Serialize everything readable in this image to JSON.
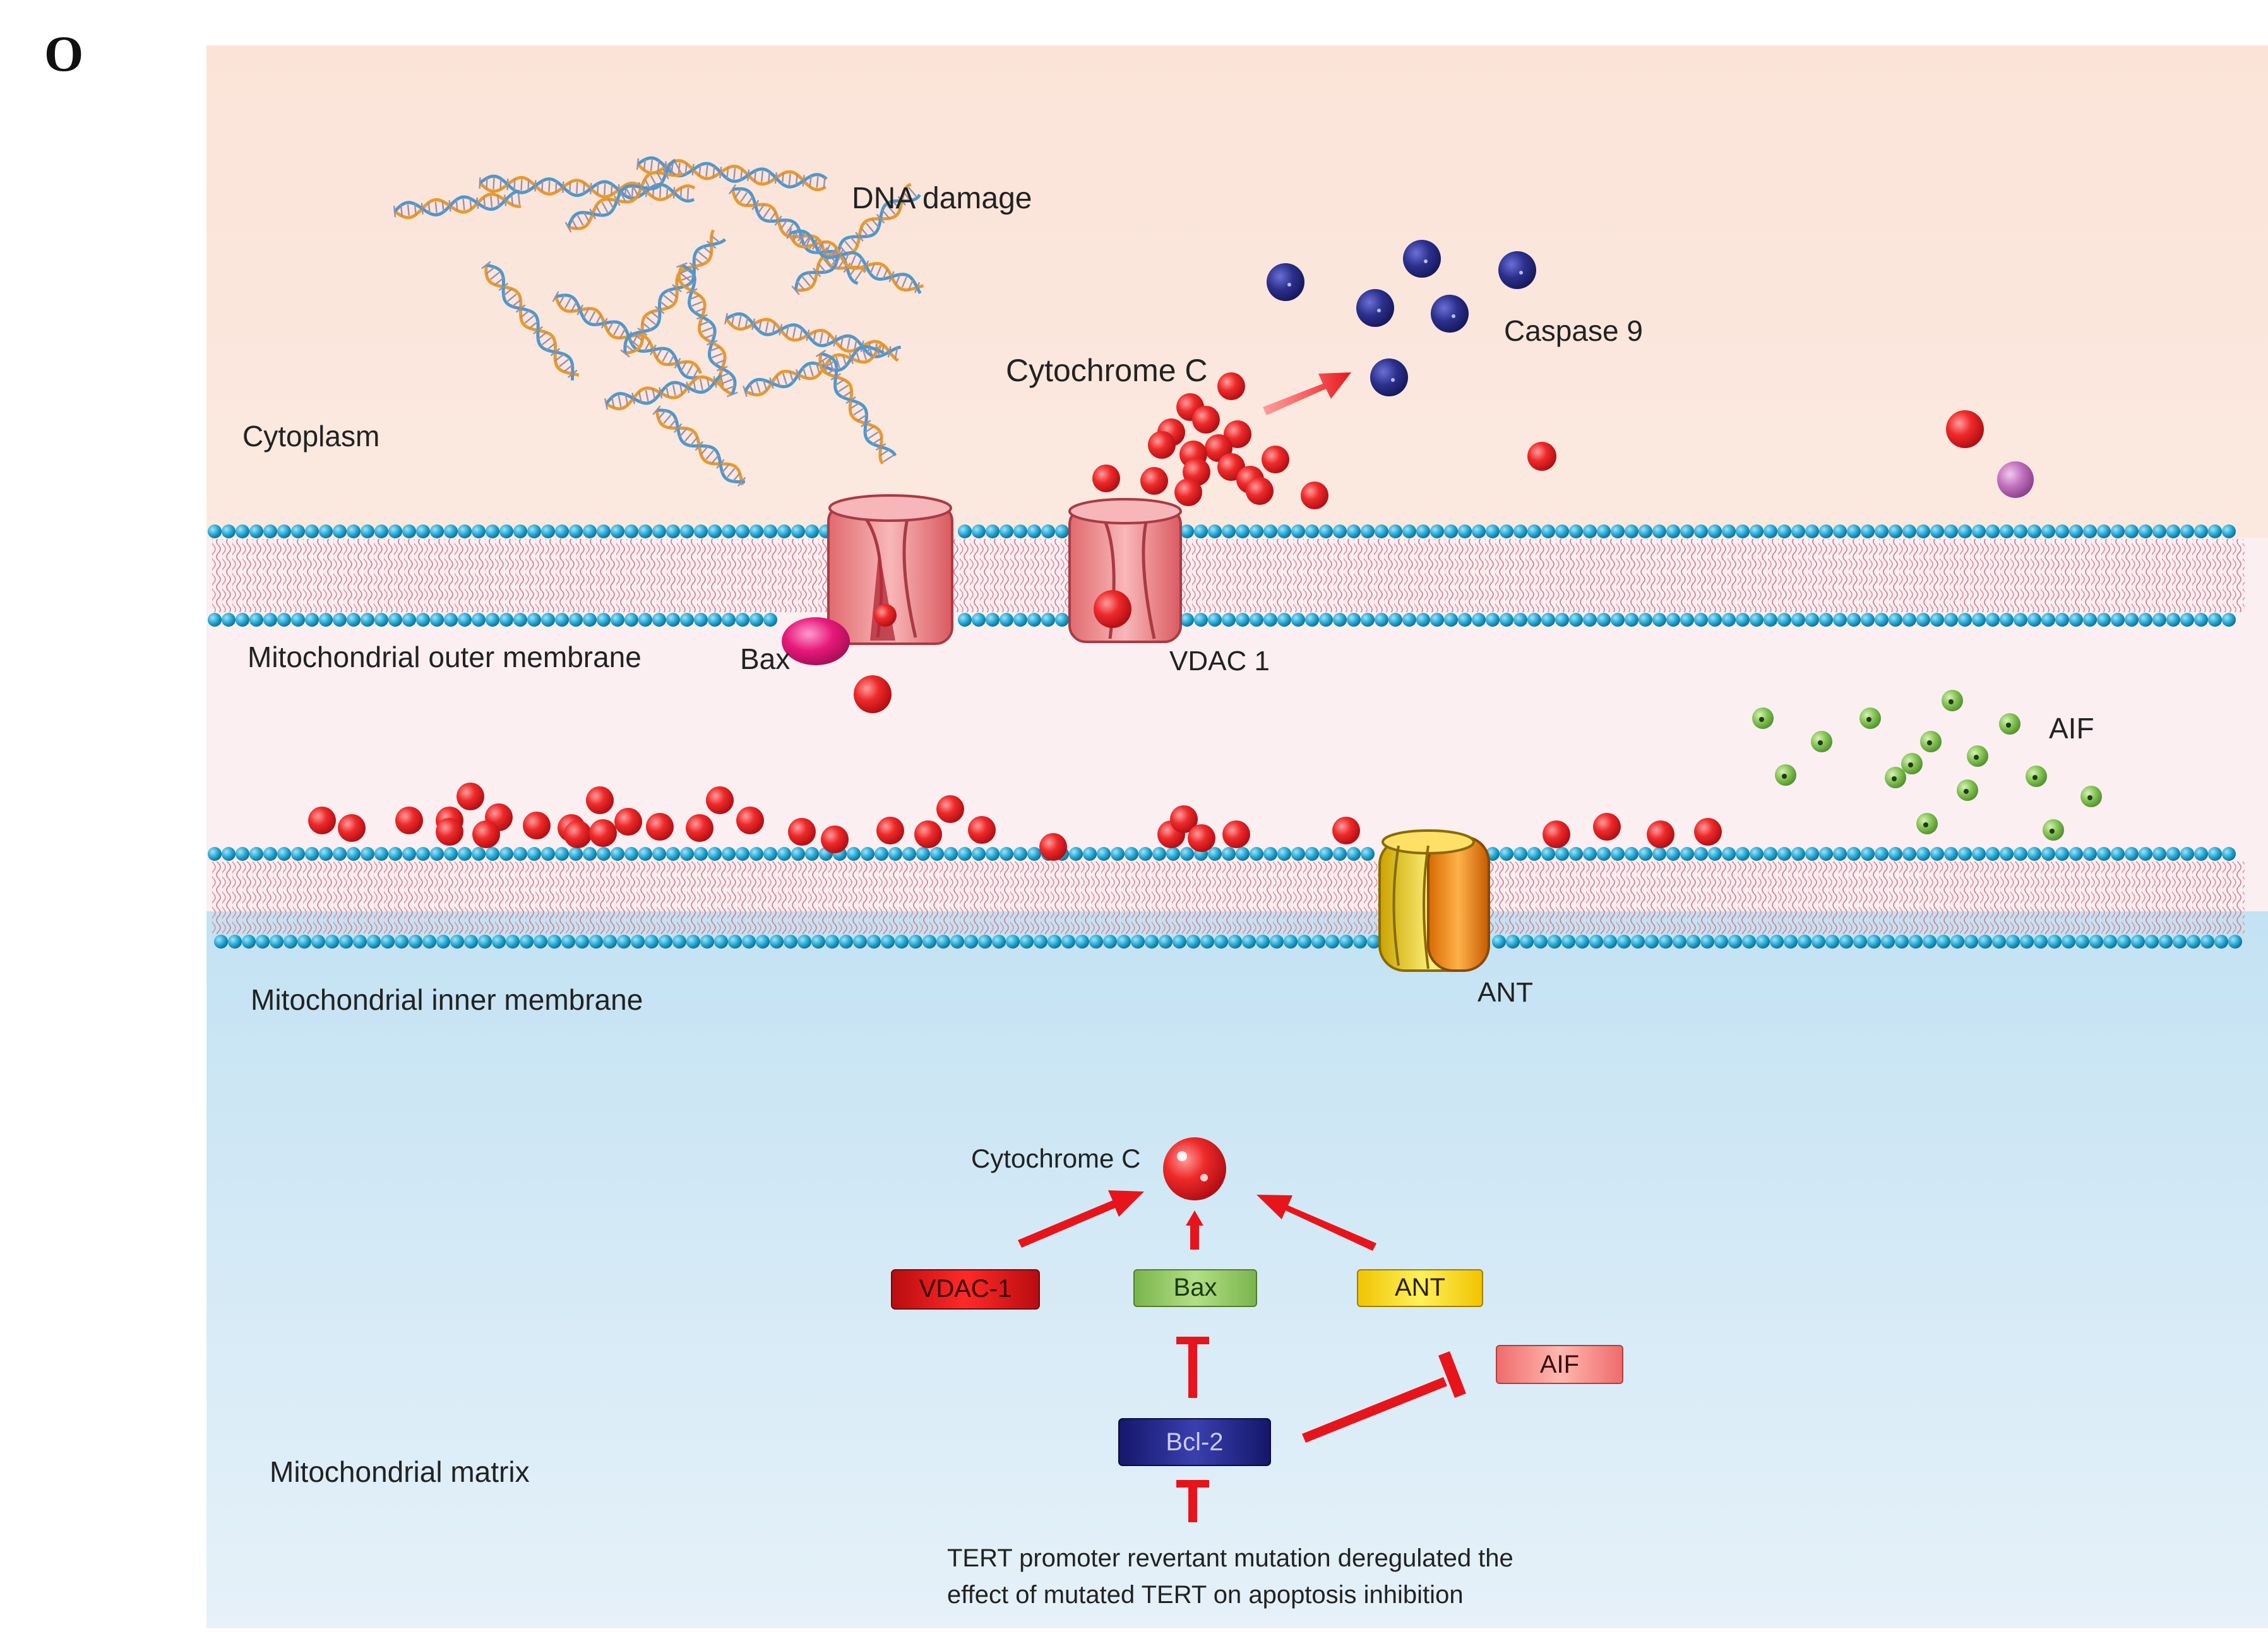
{
  "panel_label": "O",
  "labels": {
    "cytoplasm": "Cytoplasm",
    "dna_damage": "DNA damage",
    "caspase9": "Caspase 9",
    "cytochrome_c_top": "Cytochrome C",
    "outer_membrane": "Mitochondrial outer membrane",
    "bax_protein": "Bax",
    "vdac1_protein": "VDAC 1",
    "aif_particles": "AIF",
    "inner_membrane": "Mitochondrial inner membrane",
    "ant_protein": "ANT",
    "matrix": "Mitochondrial matrix",
    "cytochrome_c_bottom": "Cytochrome C"
  },
  "pathway_boxes": {
    "vdac1": "VDAC-1",
    "bax": "Bax",
    "ant": "ANT",
    "aif": "AIF",
    "bcl2": "Bcl-2"
  },
  "caption": {
    "line1": "TERT promoter revertant mutation deregulated the",
    "line2": "effect of mutated TERT on apoptosis inhibition"
  },
  "colors": {
    "cytoplasm_bg": "#fbe6db",
    "intermembrane_bg": "#fbeff2",
    "matrix_bg": "#cfe6f3",
    "membrane_bead": "#1fa3d0",
    "cytochrome_c": "#e8141b",
    "caspase9": "#2b2f8a",
    "aif": "#76b84a",
    "bax": "#e6197a",
    "inhibition": "#e8141b"
  }
}
